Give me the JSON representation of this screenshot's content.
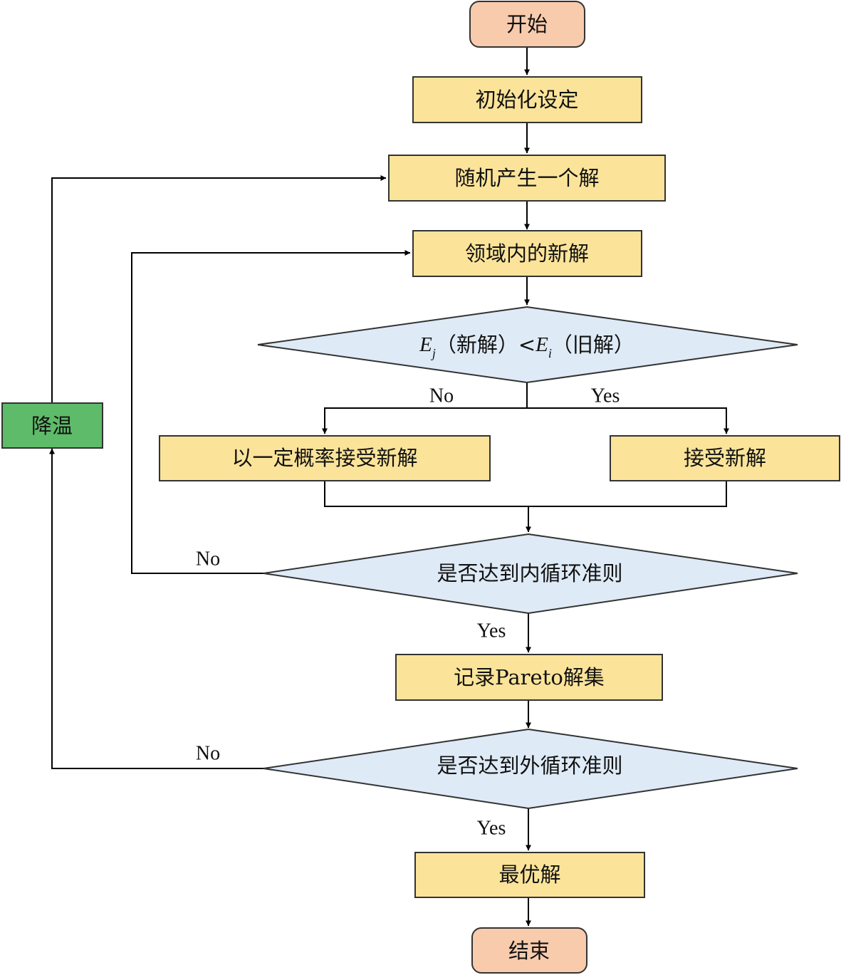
{
  "nodes": {
    "start": "开始",
    "init": "初始化设定",
    "random": "随机产生一个解",
    "neighbor": "领域内的新解",
    "compare": {
      "ej": "E",
      "j_sub": "j",
      "new_sol": "（新解）<",
      "ei": "E",
      "i_sub": "i",
      "old_sol": "（旧解）"
    },
    "accept_prob": "以一定概率接受新解",
    "accept": "接受新解",
    "inner_loop": "是否达到内循环准则",
    "record": "记录Pareto解集",
    "outer_loop": "是否达到外循环准则",
    "cool": "降温",
    "best": "最优解",
    "end": "结束"
  },
  "edges": {
    "compare_no": "No",
    "compare_yes": "Yes",
    "inner_no": "No",
    "inner_yes": "Yes",
    "outer_no": "No",
    "outer_yes": "Yes"
  },
  "colors": {
    "terminal": "#F8CBAD",
    "process": "#FBE49A",
    "decision": "#DEEAF6",
    "cool": "#5EBB69",
    "border": "#333333"
  }
}
